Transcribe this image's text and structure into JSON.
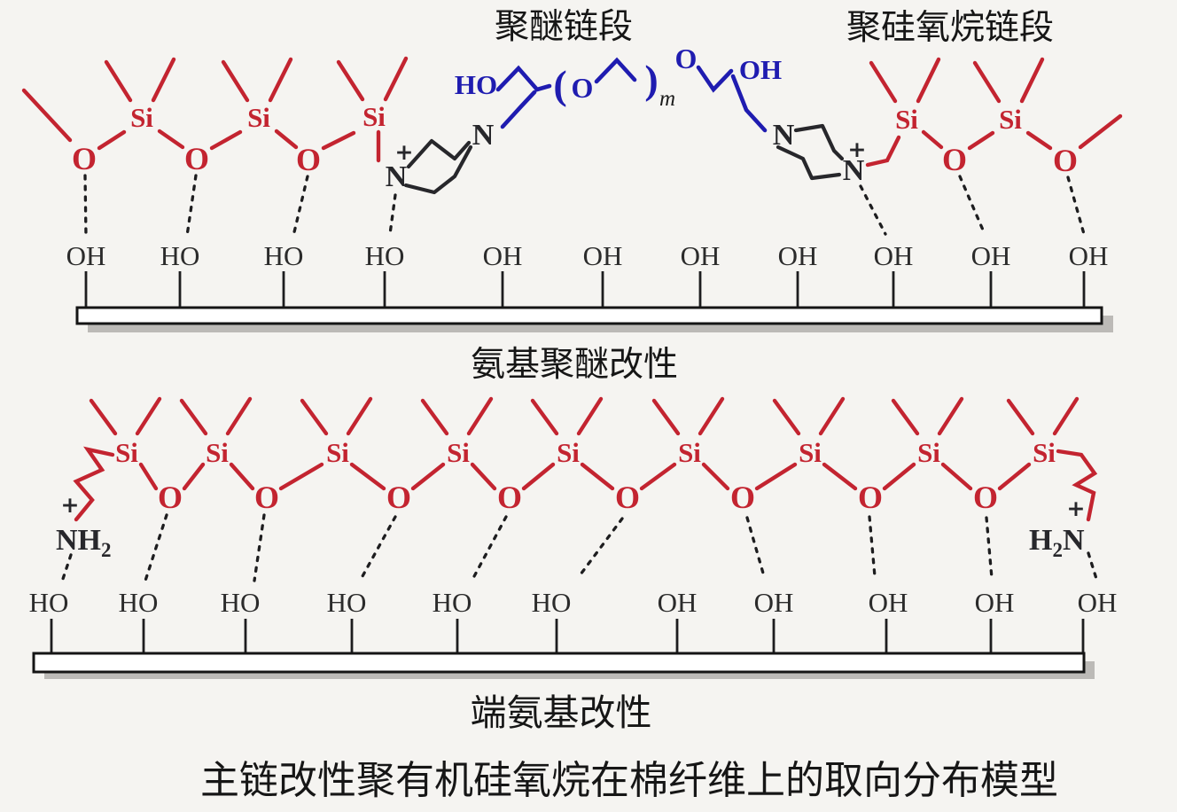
{
  "figure": {
    "labels": {
      "polyether_segment": "聚醚链段",
      "polysiloxane_segment": "聚硅氧烷链段",
      "amino_polyether_caption": "氨基聚醚改性",
      "terminal_amino_caption": "端氨基改性",
      "main_caption": "主链改性聚有机硅氧烷在棉纤维上的取向分布模型"
    },
    "symbols": {
      "si": "Si",
      "o": "O",
      "n": "N",
      "h": "H",
      "nh": "NH",
      "two": "2",
      "plus": "+",
      "open_paren": "(",
      "close_paren": ")",
      "m": "m",
      "ho": "HO",
      "oh": "OH"
    },
    "top_structure": {
      "hydroxyls": [
        "OH",
        "HO",
        "HO",
        "HO",
        "OH",
        "OH",
        "OH",
        "OH",
        "OH",
        "OH",
        "OH"
      ]
    },
    "bottom_structure": {
      "hydroxyls": [
        "HO",
        "HO",
        "HO",
        "HO",
        "HO",
        "HO",
        "OH",
        "OH",
        "OH",
        "OH",
        "OH"
      ]
    },
    "colors": {
      "red": "#c32430",
      "blue": "#1f1cb0",
      "black": "#27272b",
      "background": "#f5f4f1",
      "bar_shadow": "#bcbab7"
    }
  }
}
